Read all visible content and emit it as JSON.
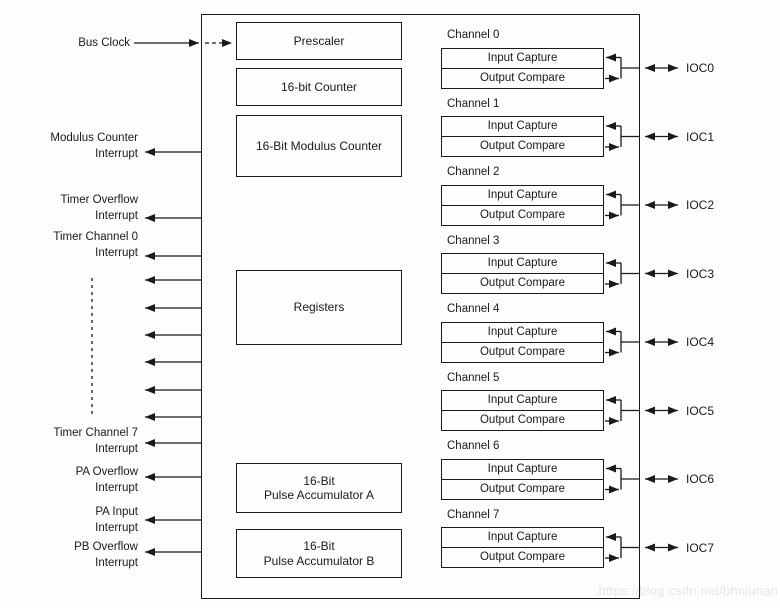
{
  "diagram": {
    "bus_clock_label": "Bus Clock",
    "left_interrupts": [
      {
        "line1": "Modulus Counter",
        "line2": "Interrupt"
      },
      {
        "line1": "Timer Overflow",
        "line2": "Interrupt"
      },
      {
        "line1": "Timer Channel 0",
        "line2": "Interrupt"
      },
      {
        "line1": "Timer Channel 7",
        "line2": "Interrupt"
      },
      {
        "line1": "PA Overflow",
        "line2": "Interrupt"
      },
      {
        "line1": "PA Input",
        "line2": "Interrupt"
      },
      {
        "line1": "PB Overflow",
        "line2": "Interrupt"
      }
    ],
    "blocks": {
      "prescaler": "Prescaler",
      "counter": "16-bit Counter",
      "modulus_counter": "16-Bit Modulus Counter",
      "registers": "Registers",
      "pulse_accumulator_a": {
        "line1": "16-Bit",
        "line2": "Pulse Accumulator A"
      },
      "pulse_accumulator_b": {
        "line1": "16-Bit",
        "line2": "Pulse Accumulator B"
      }
    },
    "channels": [
      {
        "label": "Channel 0",
        "input_capture": "Input Capture",
        "output_compare": "Output Compare",
        "pin": "IOC0"
      },
      {
        "label": "Channel 1",
        "input_capture": "Input Capture",
        "output_compare": "Output Compare",
        "pin": "IOC1"
      },
      {
        "label": "Channel 2",
        "input_capture": "Input Capture",
        "output_compare": "Output Compare",
        "pin": "IOC2"
      },
      {
        "label": "Channel 3",
        "input_capture": "Input Capture",
        "output_compare": "Output Compare",
        "pin": "IOC3"
      },
      {
        "label": "Channel 4",
        "input_capture": "Input Capture",
        "output_compare": "Output Compare",
        "pin": "IOC4"
      },
      {
        "label": "Channel 5",
        "input_capture": "Input Capture",
        "output_compare": "Output Compare",
        "pin": "IOC5"
      },
      {
        "label": "Channel 6",
        "input_capture": "Input Capture",
        "output_compare": "Output Compare",
        "pin": "IOC6"
      },
      {
        "label": "Channel 7",
        "input_capture": "Input Capture",
        "output_compare": "Output Compare",
        "pin": "IOC7"
      }
    ],
    "watermark": "https://blog.csdn.net/bhniunan",
    "colors": {
      "line": "#1a1a1a",
      "text": "#1a1a1a",
      "watermark": "#e7e7e7",
      "background": "#fdfdfd"
    }
  }
}
